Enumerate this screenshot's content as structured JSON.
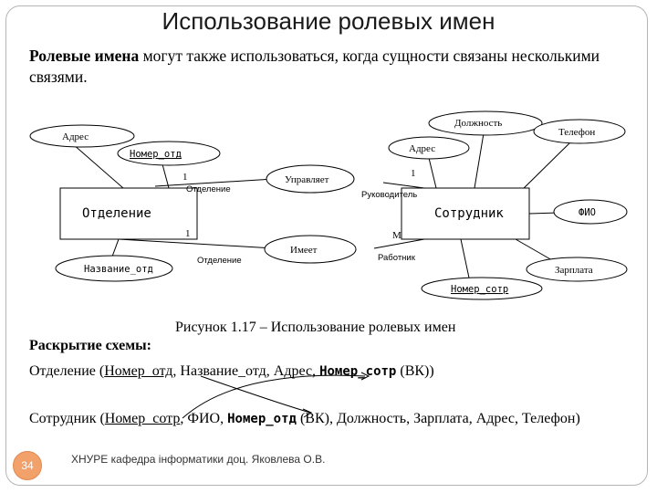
{
  "slide": {
    "title": "Использование ролевых имен",
    "intro_bold": "Ролевые имена",
    "intro_rest": " могут также использоваться, когда сущности связаны несколькими связями."
  },
  "diagram": {
    "entities": {
      "department": "Отделение",
      "employee": "Сотрудник"
    },
    "relationships": {
      "manages": "Управляет",
      "has": "Имеет"
    },
    "attributes": {
      "dept_address": "Адрес",
      "dept_number": "Номер_отд",
      "dept_name": "Название_отд",
      "emp_position": "Должность",
      "emp_phone": "Телефон",
      "emp_address": "Адрес",
      "emp_fio": "ФИО",
      "emp_salary": "Зарплата",
      "emp_number": "Номер_сотр"
    },
    "roles": {
      "manages_dept": "Отделение",
      "manages_emp": "Руководитель",
      "has_dept": "Отделение",
      "has_emp": "Работник"
    },
    "cardinalities": {
      "manages_dept": "1",
      "manages_emp": "1",
      "has_dept": "1",
      "has_emp": "М"
    }
  },
  "caption": "Рисунок 1.17 – Использование ролевых имен",
  "expansion": {
    "title": "Раскрытие схемы:",
    "dept_prefix": "Отделение (",
    "dept_key": "Номер_отд",
    "dept_mid": ", Название_отд, Адрес, ",
    "dept_fk": "Номер_сотр",
    "dept_suffix": " (ВК))",
    "emp_prefix": "Сотрудник (",
    "emp_key": "Номер_сотр",
    "emp_mid": ", ФИО, ",
    "emp_fk": "Номер_отд",
    "emp_suffix": " (ВК), Должность, Зарплата, Адрес, Телефон)"
  },
  "footer": {
    "page": "34",
    "text": "ХНУРЕ кафедра інформатики доц. Яковлева О.В."
  }
}
